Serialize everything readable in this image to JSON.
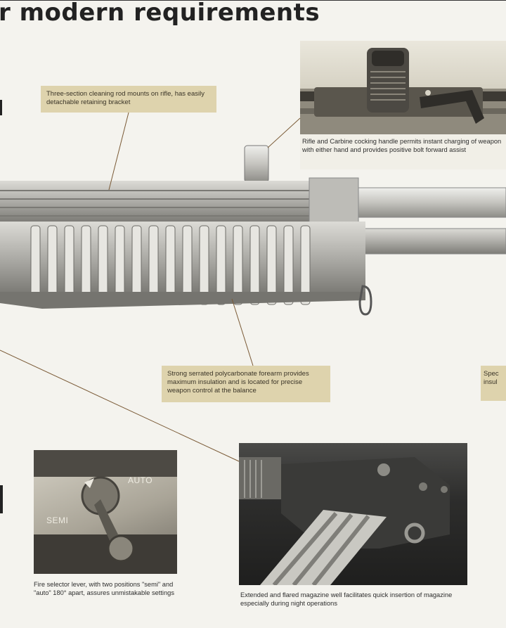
{
  "heading": {
    "title": "r modern requirements"
  },
  "callouts": {
    "cleaning_rod": "Three-section cleaning rod mounts on rifle, has easily detachable retaining bracket",
    "cocking_handle": "Rifle and Carbine cocking handle permits instant charging of weapon with either hand and provides positive bolt forward assist",
    "forearm": "Strong serrated polycarbonate forearm provides maximum insulation and is located for precise weapon control at the balance",
    "special": "Spec insul",
    "fire_selector": "Fire selector lever, with two positions \"semi\" and \"auto\" 180° apart, assures unmistakable settings",
    "magazine_well": "Extended and flared magazine well facilitates quick insertion of magazine especially during night operations"
  },
  "photo_labels": {
    "auto": "AUTO",
    "semi": "SEMI"
  },
  "colors": {
    "caption_box": "#ded3ad",
    "leader_line": "#7a5a36",
    "page": "#f4f3ee"
  }
}
